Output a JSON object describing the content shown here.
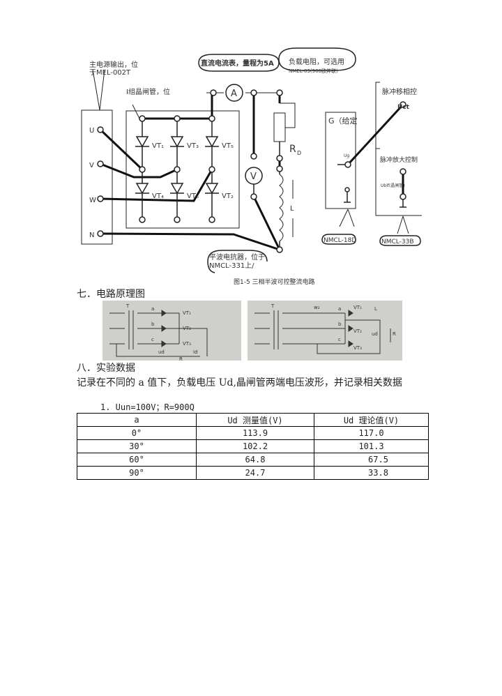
{
  "circuit": {
    "callout_power": "主电源输出，位于MEL-002T",
    "callout_power_a": "主电源输出，位",
    "callout_power_b": "于MEL-002T",
    "callout_scr": "I组晶闸管，位",
    "callout_ammeter": "直流电流表，量程为5A",
    "callout_load_a": "负载电阻，可选用",
    "callout_load_b": "NMEL-03(900欧并联)",
    "callout_reactor_a": "平波电抗器，位于",
    "callout_reactor_b": "NMCL-331上/",
    "terminals": [
      "U",
      "V",
      "W",
      "N"
    ],
    "thyristors": [
      "VT₁",
      "VT₃",
      "VT₅",
      "VT₄",
      "VT₆",
      "VT₂"
    ],
    "ammeter": "A",
    "voltmeter": "V",
    "resistor": "R",
    "resistor_sub": "D",
    "inductor": "L",
    "g_label": "G（给定",
    "ug": "Ug",
    "box_33b_top": "脉冲移相控",
    "uct": "Uct",
    "box_33b_mid": "脉冲放大控制",
    "ublf": "Ublf(晶闸管)",
    "tag_18d": "NMCL-18D",
    "tag_33b": "NMCL-33B",
    "caption": "图1-5 三相半波可控整流电路"
  },
  "section7": {
    "title": "七．电路原理图"
  },
  "photo_left": {
    "labels": [
      "T",
      "a",
      "b",
      "c",
      "VT₁",
      "VT₂",
      "VT₃",
      "ud",
      "id",
      "R"
    ]
  },
  "photo_right": {
    "labels": [
      "T",
      "w₂",
      "a",
      "b",
      "c",
      "VT₁",
      "VT₂",
      "VT₃",
      "L",
      "ud",
      "R"
    ]
  },
  "section8": {
    "title": "八．实验数据",
    "desc": "记录在不同的 a 值下，负载电压 Ud,晶闸管两端电压波形，并记录相关数据",
    "table_label": "1. Uun=100V；R=900Q",
    "headers": [
      "a",
      "Ud 测量值(V)",
      "Ud 理论值(V)"
    ],
    "rows": [
      [
        "0°",
        "113.9",
        "117.0"
      ],
      [
        "30°",
        "102.2",
        "101.3"
      ],
      [
        "60°",
        "64.8",
        "67.5"
      ],
      [
        "90°",
        "24.7",
        "33.8"
      ]
    ]
  }
}
